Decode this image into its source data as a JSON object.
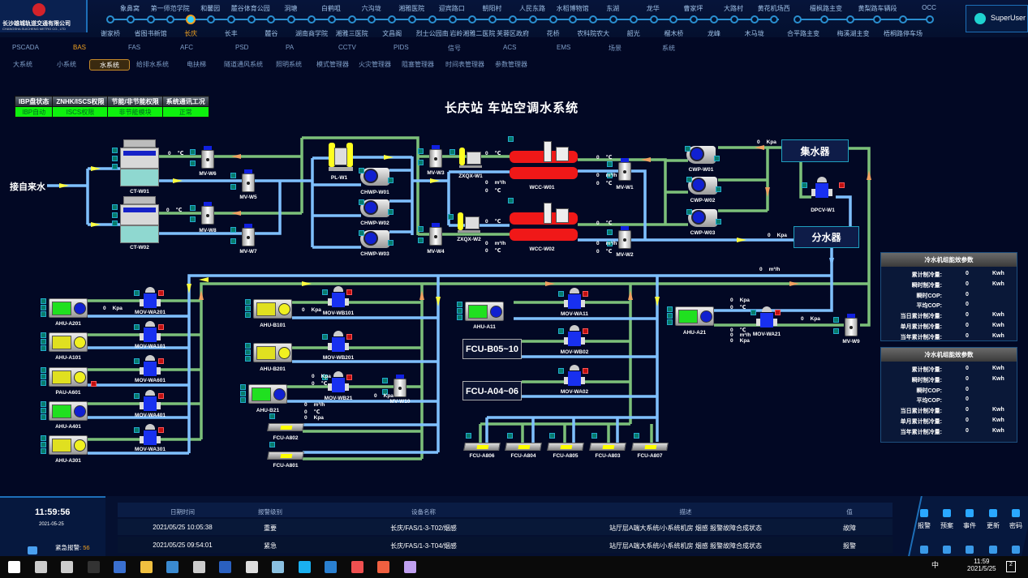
{
  "header": {
    "company_cn": "长沙雄城轨道交通有限公司",
    "company_en": "CHANGSHA SUICHENG METRO CO., LTD",
    "stations_top": [
      "象鼻窝",
      "第一师范学院",
      "和馨园",
      "麓谷体育公园",
      "洞塘",
      "白鹤咀",
      "六沟垅",
      "湘雅医院",
      "迎宾路口",
      "朝阳村",
      "人民东路",
      "水稻博物馆",
      "东湖",
      "龙华",
      "曹家坪",
      "大路村",
      "黄花机场西",
      "檀枫路主变",
      "黄梨路车辆段",
      "OCC"
    ],
    "stations_bottom": [
      "谢家桥",
      "省图书新馆",
      "长庆",
      "长丰",
      "麓谷",
      "湖南商学院",
      "湘雅三医院",
      "文昌阁",
      "烈士公园南",
      "岩岭湘雅二医院",
      "芙蓉区政府",
      "花桥",
      "农科院农大",
      "韶光",
      "榴木桥",
      "龙峰",
      "木马垅",
      "合平路主变",
      "梅溪湖主变",
      "梧桐路停车场"
    ],
    "active_station": "长庆",
    "user": "SuperUser"
  },
  "menu_main": [
    "PSCADA",
    "BAS",
    "FAS",
    "AFC",
    "PSD",
    "PA",
    "CCTV",
    "PIDS",
    "信号",
    "ACS",
    "EMS",
    "场景",
    "系统"
  ],
  "menu_main_active": "BAS",
  "menu_sub": [
    "大系统",
    "小系统",
    "水系统",
    "给排水系统",
    "电扶梯",
    "隧道通风系统",
    "照明系统",
    "模式管理器",
    "火灾管理器",
    "阻塞管理器",
    "时间表管理器",
    "参数管理器"
  ],
  "menu_sub_active": "水系统",
  "status_table": {
    "headers": [
      "IBP盘状态",
      "ZNHK/ISCS权限",
      "节能/非节能权限",
      "系统通讯工况"
    ],
    "values": [
      "IBP自动",
      "ISCS权限",
      "非节能模块",
      "正常"
    ]
  },
  "title": "长庆站  车站空调水系统",
  "diagram": {
    "water_inlet": "接自来水",
    "collector": "集水器",
    "distributor": "分水器",
    "fcu_group_b": "FCU-B05~10",
    "fcu_group_a": "FCU-A04~06",
    "labels": {
      "ct1": "CT-W01",
      "ct2": "CT-W02",
      "mv6": "MV-W6",
      "mv8": "MV-W8",
      "mv5": "MV-W5",
      "mv7": "MV-W7",
      "mv3": "MV-W3",
      "mv4": "MV-W4",
      "mv1": "MV-W1",
      "mv2": "MV-W2",
      "mv10": "MV-W10",
      "mv9": "MV-W9",
      "pl1": "PL-W1",
      "chwp1": "CHWP-W01",
      "chwp2": "CHWP-W02",
      "chwp3": "CHWP-W03",
      "zx1": "ZXQX-W1",
      "zx2": "ZXQX-W2",
      "wcc1": "WCC-W01",
      "wcc2": "WCC-W02",
      "cwp1": "CWP-W01",
      "cwp2": "CWP-W02",
      "cwp3": "CWP-W03",
      "dpcv": "DPCV-W1",
      "ahua201": "AHU-A201",
      "ahua101": "AHU-A101",
      "paua601": "PAU-A601",
      "ahua401": "AHU-A401",
      "ahua301": "AHU-A301",
      "movwa201": "MOV-WA201",
      "movwa101": "MOV-WA101",
      "movwa601": "MOV-WA601",
      "movwa401": "MOV-WA401",
      "movwa301": "MOV-WA301",
      "ahub101": "AHU-B101",
      "ahub201": "AHU-B201",
      "ahub21": "AHU-B21",
      "movwb101": "MOV-WB101",
      "movwb201": "MOV-WB201",
      "movwb21": "MOV-WB21",
      "fcua802": "FCU-A802",
      "fcua801": "FCU-A801",
      "ahua11": "AHU-A11",
      "movwa11": "MOV-WA11",
      "movwb02": "MOV-WB02",
      "movwa02": "MOV-WA02",
      "ahua21": "AHU-A21",
      "movwa21": "MOV-WA21",
      "fcua806": "FCU-A806",
      "fcua804": "FCU-A804",
      "fcua805": "FCU-A805",
      "fcua803": "FCU-A803",
      "fcua807": "FCU-A807"
    },
    "readouts": [
      {
        "v": "0",
        "u": "℃"
      },
      {
        "v": "0",
        "u": "℃"
      },
      {
        "v": "0",
        "u": "℃"
      },
      {
        "v": "0",
        "u": "℃"
      },
      {
        "v": "0",
        "u": "m³/h"
      },
      {
        "v": "0",
        "u": "℃"
      },
      {
        "v": "0",
        "u": "m³/h"
      },
      {
        "v": "0",
        "u": "℃"
      },
      {
        "v": "0",
        "u": "℃"
      },
      {
        "v": "0",
        "u": "m³/h"
      },
      {
        "v": "0",
        "u": "℃"
      },
      {
        "v": "0",
        "u": "℃"
      },
      {
        "v": "0",
        "u": "m³/h"
      },
      {
        "v": "0",
        "u": "℃"
      },
      {
        "v": "0",
        "u": "Kpa"
      },
      {
        "v": "0",
        "u": "Kpa"
      },
      {
        "v": "0",
        "u": "Kpa"
      },
      {
        "v": "0",
        "u": "Kpa"
      },
      {
        "v": "0",
        "u": "Kpa"
      },
      {
        "v": "0",
        "u": "℃"
      },
      {
        "v": "0",
        "u": "Kpa"
      },
      {
        "v": "0",
        "u": "m³/h"
      },
      {
        "v": "0",
        "u": "℃"
      },
      {
        "v": "0",
        "u": "Kpa"
      },
      {
        "v": "0",
        "u": "Kpa"
      },
      {
        "v": "0",
        "u": "℃"
      },
      {
        "v": "0",
        "u": "℃"
      },
      {
        "v": "0",
        "u": "m³/h"
      },
      {
        "v": "0",
        "u": "Kpa"
      },
      {
        "v": "0",
        "u": "Kpa"
      },
      {
        "v": "0",
        "u": "m³/h"
      }
    ]
  },
  "energy_panels": [
    {
      "title": "冷水机组能效参数",
      "rows": [
        {
          "label": "累计制冷量:",
          "value": "0",
          "unit": "Kwh"
        },
        {
          "label": "瞬时制冷量:",
          "value": "0",
          "unit": "Kwh"
        },
        {
          "label": "瞬时COP:",
          "value": "0",
          "unit": ""
        },
        {
          "label": "平均COP:",
          "value": "0",
          "unit": ""
        },
        {
          "label": "当日累计制冷量:",
          "value": "0",
          "unit": "Kwh"
        },
        {
          "label": "单月累计制冷量:",
          "value": "0",
          "unit": "Kwh"
        },
        {
          "label": "当年累计制冷量:",
          "value": "0",
          "unit": "Kwh"
        }
      ]
    },
    {
      "title": "冷水机组能效参数",
      "rows": [
        {
          "label": "累计制冷量:",
          "value": "0",
          "unit": "Kwh"
        },
        {
          "label": "瞬时制冷量:",
          "value": "0",
          "unit": "Kwh"
        },
        {
          "label": "瞬时COP:",
          "value": "0",
          "unit": ""
        },
        {
          "label": "平均COP:",
          "value": "0",
          "unit": ""
        },
        {
          "label": "当日累计制冷量:",
          "value": "0",
          "unit": "Kwh"
        },
        {
          "label": "单月累计制冷量:",
          "value": "0",
          "unit": "Kwh"
        },
        {
          "label": "当年累计制冷量:",
          "value": "0",
          "unit": "Kwh"
        }
      ]
    }
  ],
  "bottom": {
    "clock": "11:59:56",
    "date": "2021-05-25",
    "urgent_label": "紧急报警:",
    "urgent_count": "56",
    "alarm_headers": [
      "日期时间",
      "报警级别",
      "设备名称",
      "描述",
      "值"
    ],
    "alarms": [
      [
        "2021/05/25 10:05:38",
        "重要",
        "长庆/FAS/1-3-T02/烟感",
        "站厅层A端大系统/小系统机房 烟感 报警故障合成状态",
        "故障"
      ],
      [
        "2021/05/25 09:54:01",
        "紧急",
        "长庆/FAS/1-3-T04/烟感",
        "站厅层A端大系统/小系统机房 烟感 报警故障合成状态",
        "报警"
      ]
    ],
    "actions": [
      "报警",
      "预案",
      "事件",
      "更新",
      "密码"
    ]
  },
  "taskbar": {
    "time": "11:59",
    "date": "2021/5/25",
    "notifications": "2",
    "ime": "中"
  },
  "colors": {
    "supply_pipe": "#7fc0ff",
    "return_pipe": "#7cc07a",
    "active": "#f0a020",
    "ok": "#0ef10e",
    "chiller": "#f01818"
  }
}
